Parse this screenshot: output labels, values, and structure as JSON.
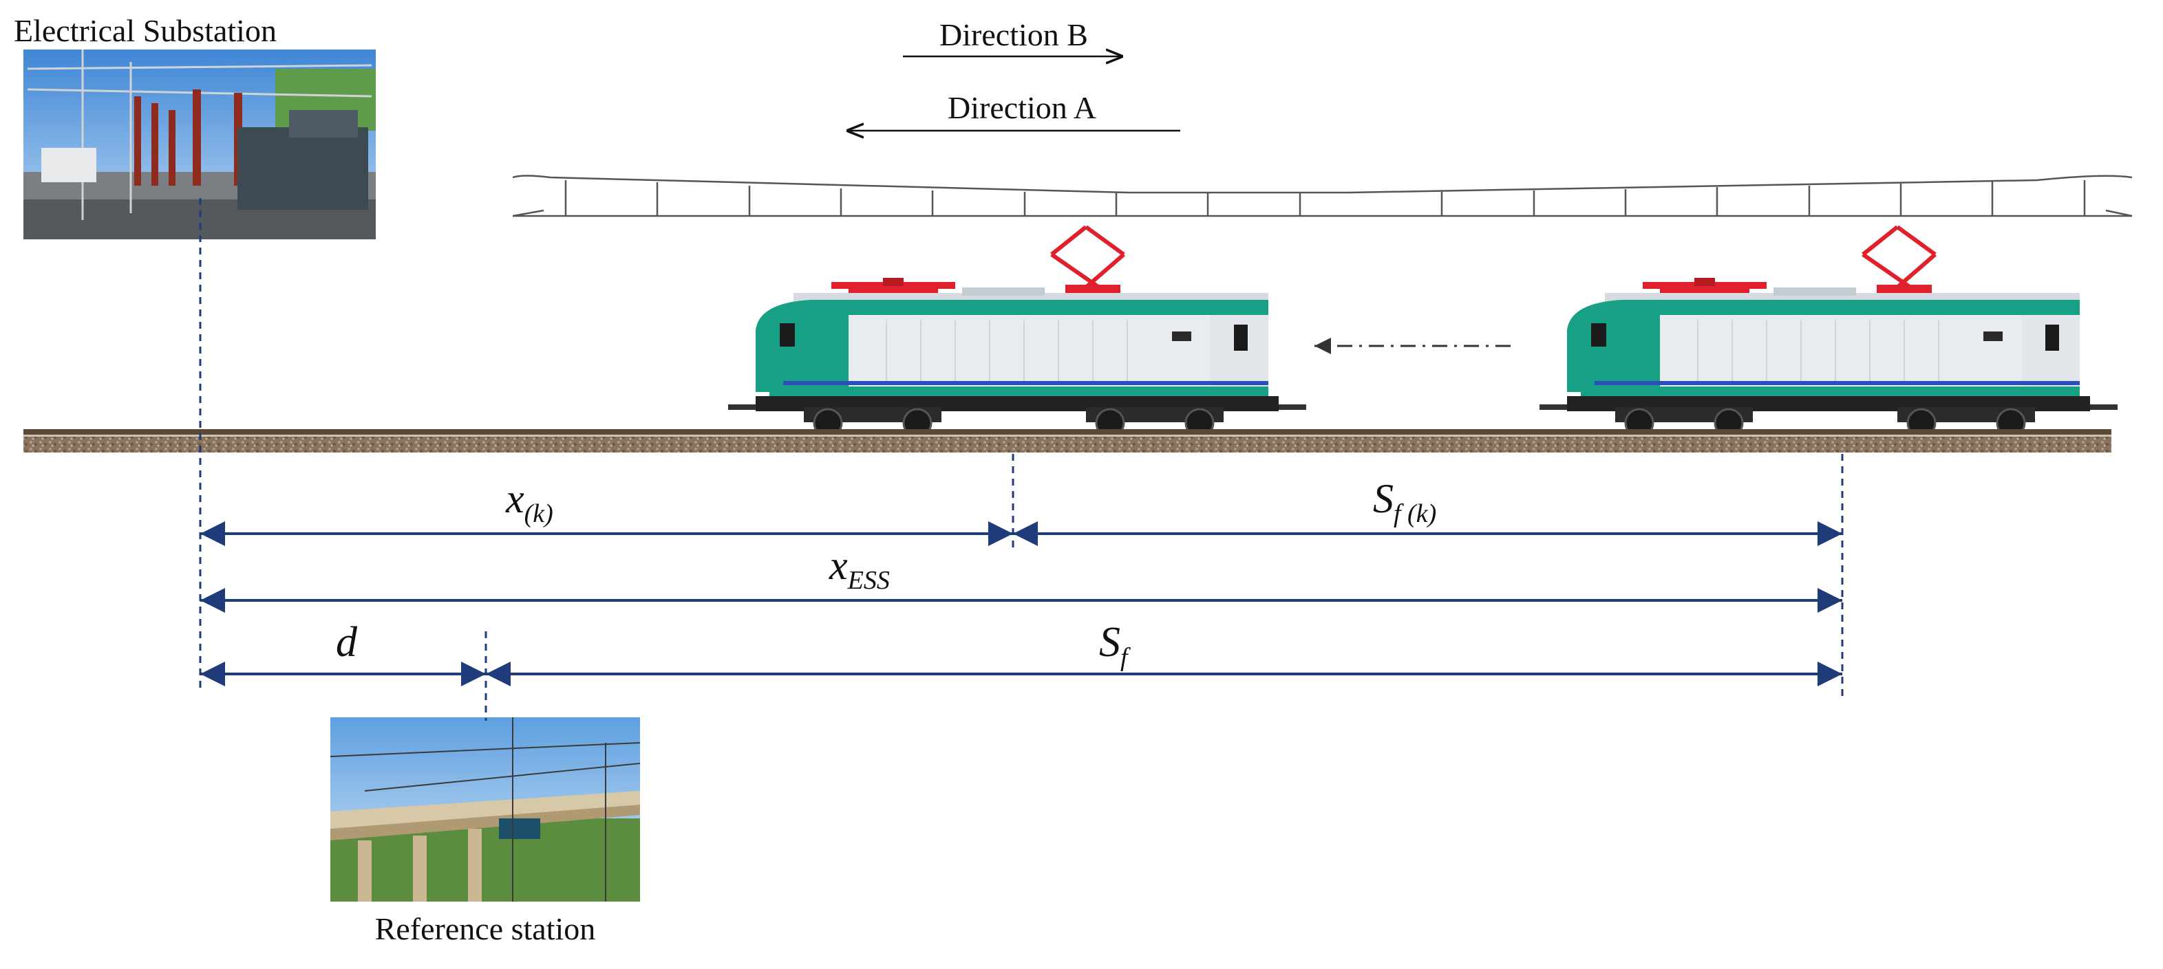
{
  "labels": {
    "substation": "Electrical Substation",
    "reference_station": "Reference station",
    "direction_a": "Direction A",
    "direction_b": "Direction B"
  },
  "dimensions": {
    "x_k": {
      "main": "x",
      "sub": "(k)"
    },
    "s_f_k": {
      "main": "S",
      "sub": "f (k)"
    },
    "x_ess": {
      "main": "x",
      "sub": "ESS"
    },
    "d": {
      "main": "d"
    },
    "s_f": {
      "main": "S",
      "sub": "f"
    }
  },
  "colors": {
    "dimension_line": "#1f3b7a",
    "train_green": "#17a085",
    "train_body": "#e9ecef",
    "pantograph": "#e0202a",
    "stripe": "#2a4fb8"
  }
}
